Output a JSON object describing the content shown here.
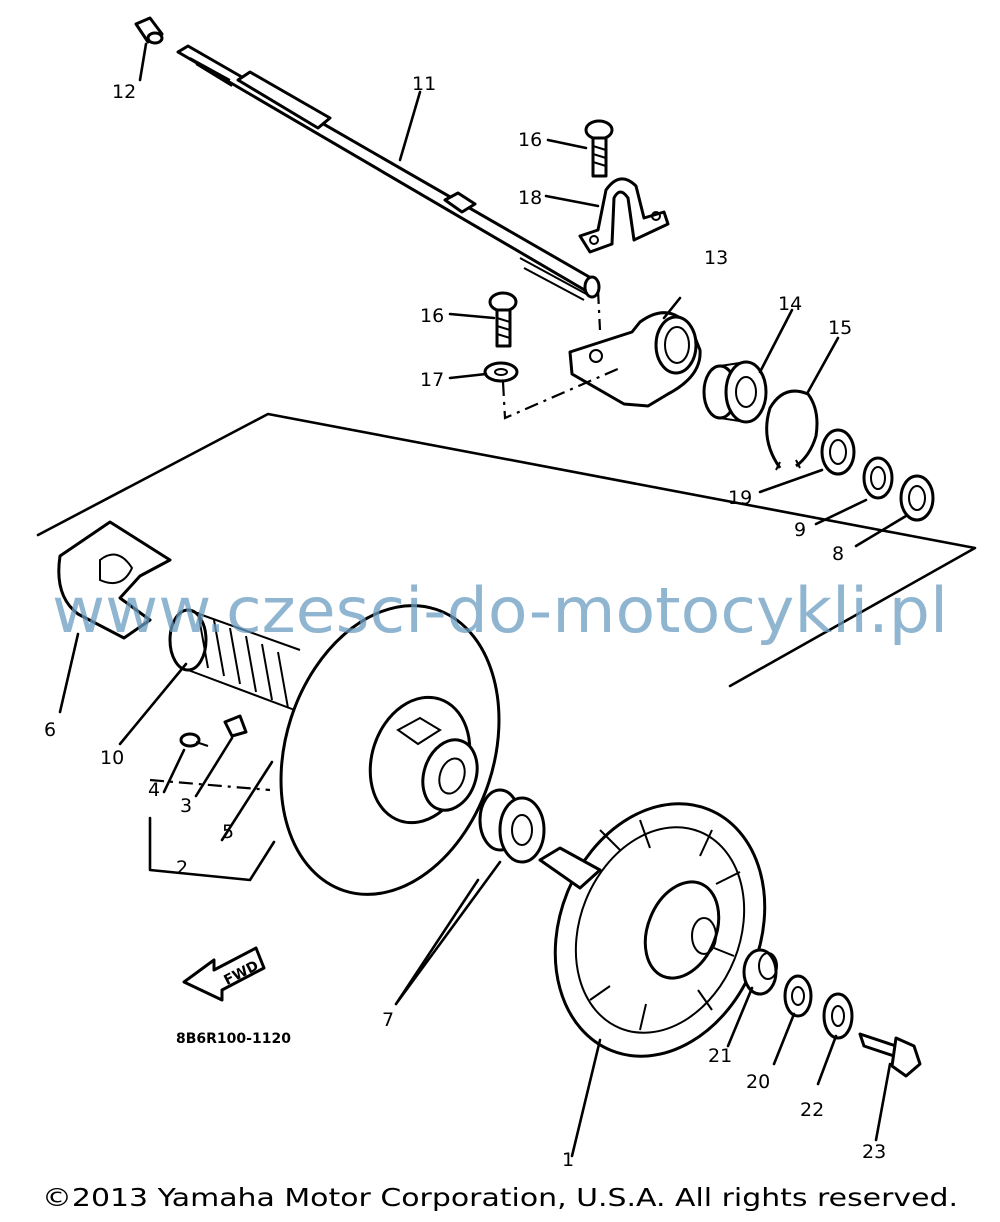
{
  "callouts": [
    {
      "id": "n1",
      "label": "1"
    },
    {
      "id": "n2",
      "label": "2"
    },
    {
      "id": "n3",
      "label": "3"
    },
    {
      "id": "n4",
      "label": "4"
    },
    {
      "id": "n5",
      "label": "5"
    },
    {
      "id": "n6",
      "label": "6"
    },
    {
      "id": "n7",
      "label": "7"
    },
    {
      "id": "n8",
      "label": "8"
    },
    {
      "id": "n9",
      "label": "9"
    },
    {
      "id": "n10",
      "label": "10"
    },
    {
      "id": "n11",
      "label": "11"
    },
    {
      "id": "n12",
      "label": "12"
    },
    {
      "id": "n13",
      "label": "13"
    },
    {
      "id": "n14",
      "label": "14"
    },
    {
      "id": "n15",
      "label": "15"
    },
    {
      "id": "n16a",
      "label": "16"
    },
    {
      "id": "n16b",
      "label": "16"
    },
    {
      "id": "n17",
      "label": "17"
    },
    {
      "id": "n18",
      "label": "18"
    },
    {
      "id": "n19",
      "label": "19"
    },
    {
      "id": "n20",
      "label": "20"
    },
    {
      "id": "n21",
      "label": "21"
    },
    {
      "id": "n22",
      "label": "22"
    },
    {
      "id": "n23",
      "label": "23"
    }
  ],
  "fwd_arrow_text": "FWD",
  "diagram_code": "8B6R100-1120",
  "watermark": "www.czesci-do-motocykli.pl",
  "copyright": "©2013 Yamaha Motor Corporation, U.S.A. All rights reserved."
}
